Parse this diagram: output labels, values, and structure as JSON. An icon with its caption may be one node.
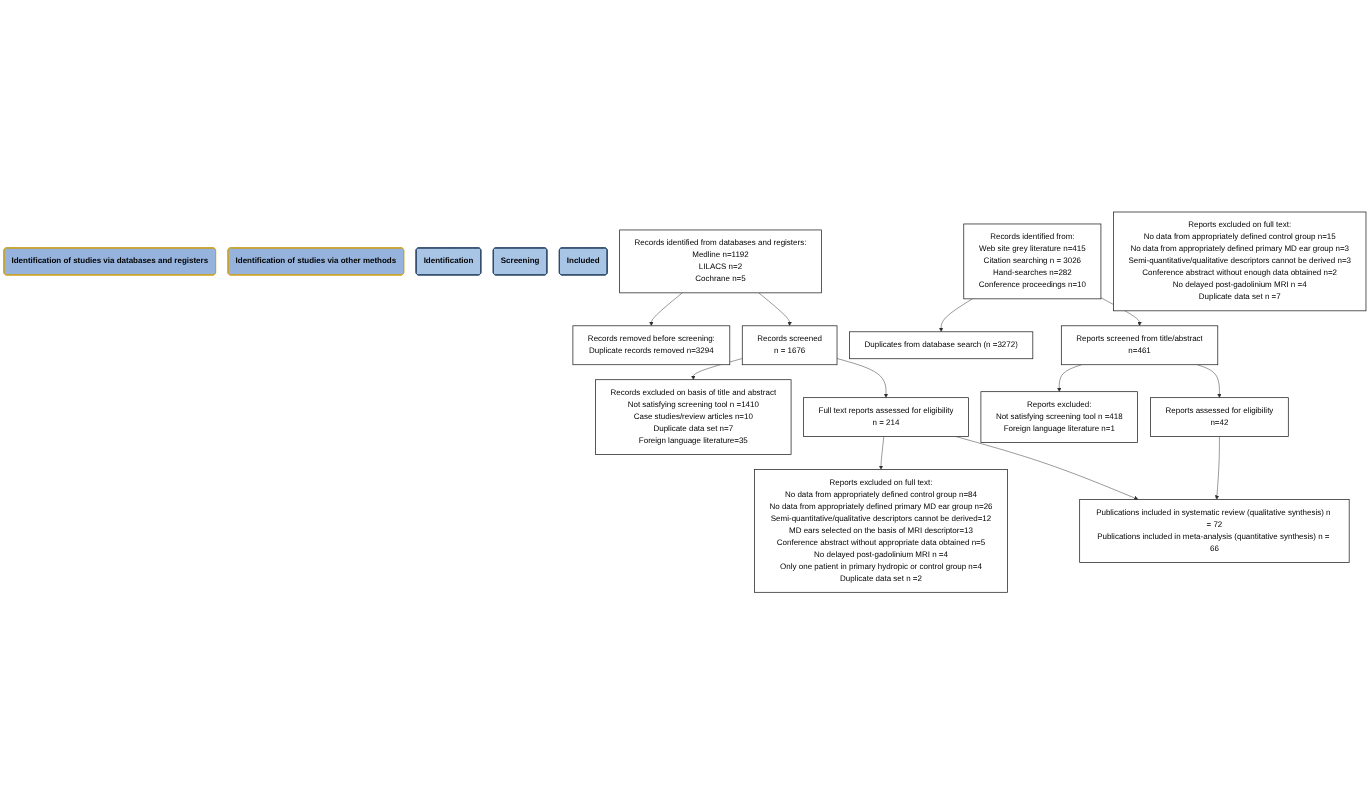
{
  "diagram": {
    "nodes": [
      {
        "text": [
          "Identification of studies via databases and registers"
        ]
      },
      {
        "text": [
          "Identification of studies via other methods"
        ]
      },
      {
        "text": [
          "Identification"
        ]
      },
      {
        "text": [
          "Screening"
        ]
      },
      {
        "text": [
          "Included"
        ]
      },
      {
        "text": [
          "Records identified from databases and registers:",
          "Medline n=1192",
          "LILACS n=2",
          "Cochrane n=5"
        ]
      },
      {
        "text": [
          "Records removed before screening:",
          "Duplicate records removed n=3294"
        ]
      },
      {
        "text": [
          "Records screened",
          "n = 1676"
        ]
      },
      {
        "text": [
          "Records excluded on basis of title and abstract",
          "Not satisfying screening tool n =1410",
          "Case studies/review articles n=10",
          "Duplicate data set n=7",
          "Foreign language literature=35"
        ]
      },
      {
        "text": [
          "Full text reports assessed for eligibility",
          "n = 214"
        ]
      },
      {
        "text": [
          "Reports excluded on full text:",
          "No data from appropriately defined control group n=84",
          "No data from appropriately defined primary MD ear group n=26",
          "Semi-quantitative/qualitative descriptors cannot be derived=12",
          "MD ears selected on the basis of MRI descriptor=13",
          "Conference abstract without appropriate data obtained n=5",
          "No delayed post-gadolinium MRI n =4",
          "Only one patient in primary hydropic or control group n=4",
          "Duplicate data set n =2"
        ]
      },
      {
        "text": [
          "Publications included in systematic review (qualitative synthesis) n = 72",
          "Publications included in meta-analysis (quantitative synthesis) n = 66"
        ]
      },
      {
        "text": [
          "Records identified from:",
          "Web site grey literature n=415",
          "Citation searching n = 3026",
          "Hand-searches n=282",
          "Conference proceedings n=10"
        ]
      },
      {
        "text": [
          "Duplicates from database search (n =3272)"
        ]
      },
      {
        "text": [
          "Reports screened from title/abstract",
          "n=461"
        ]
      },
      {
        "text": [
          "Reports excluded:",
          "Not satisfying screening tool n =418",
          "Foreign language literature n=1"
        ]
      },
      {
        "text": [
          "Reports assessed for eligibility",
          "n=42"
        ]
      },
      {
        "text": [
          "Reports excluded on full text:",
          "No data from appropriately defined control group n=15",
          "No data from appropriately defined primary MD ear group n=3",
          "Semi-quantitative/qualitative descriptors cannot be derived n=3",
          "Conference abstract without enough data obtained n=2",
          "No delayed post-gadolinium MRI n =4",
          "Duplicate data set n =7"
        ]
      }
    ],
    "edges": [
      {
        "from": 5,
        "to": 6,
        "arrow": "to"
      },
      {
        "from": 5,
        "to": 7,
        "arrow": "to"
      },
      {
        "from": 7,
        "to": 8,
        "arrow": "to"
      },
      {
        "from": 7,
        "to": 9,
        "arrow": "to"
      },
      {
        "from": 9,
        "to": 10,
        "arrow": "to"
      },
      {
        "from": 9,
        "to": 11,
        "arrow": "to"
      },
      {
        "from": 12,
        "to": 13,
        "arrow": "to"
      },
      {
        "from": 12,
        "to": 14,
        "arrow": "to"
      },
      {
        "from": 14,
        "to": 15,
        "arrow": "to"
      },
      {
        "from": 14,
        "to": 16,
        "arrow": "to"
      },
      {
        "from": 16,
        "to": 11,
        "arrow": "to"
      }
    ]
  }
}
